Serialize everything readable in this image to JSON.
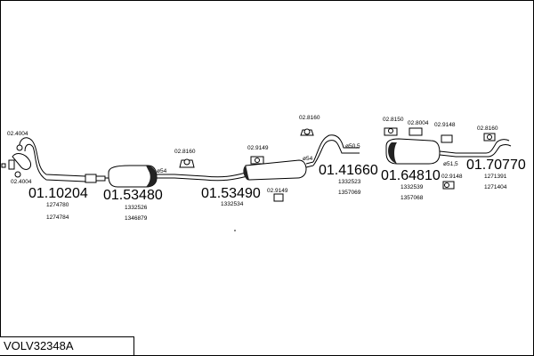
{
  "diagram_id": "VOLV32348A",
  "parts": {
    "p1": {
      "number": "01.10204",
      "refs": [
        "1274780",
        "1274784"
      ],
      "clamps": [
        "02.4004",
        "02.4004"
      ]
    },
    "p2": {
      "number": "01.53480",
      "refs": [
        "1332526",
        "1346879"
      ],
      "diameter": "ø54"
    },
    "p3": {
      "number": "01.53490",
      "refs": [
        "1332534"
      ],
      "hangers": [
        "02.8160",
        "02.9149",
        "02.9149"
      ]
    },
    "p4": {
      "number": "01.41660",
      "refs": [
        "1332523",
        "1357069"
      ],
      "hangers": [
        "02.8160"
      ],
      "diameters": [
        "ø54",
        "ø50,5"
      ]
    },
    "p5": {
      "number": "01.64810",
      "refs": [
        "1332539",
        "1357068"
      ],
      "hangers": [
        "02.8150",
        "02.8004",
        "02.9148",
        "02.9148"
      ],
      "diameter": "ø51,5"
    },
    "p6": {
      "number": "01.70770",
      "refs": [
        "1271391",
        "1271404"
      ],
      "hangers": [
        "02.8160"
      ]
    }
  }
}
